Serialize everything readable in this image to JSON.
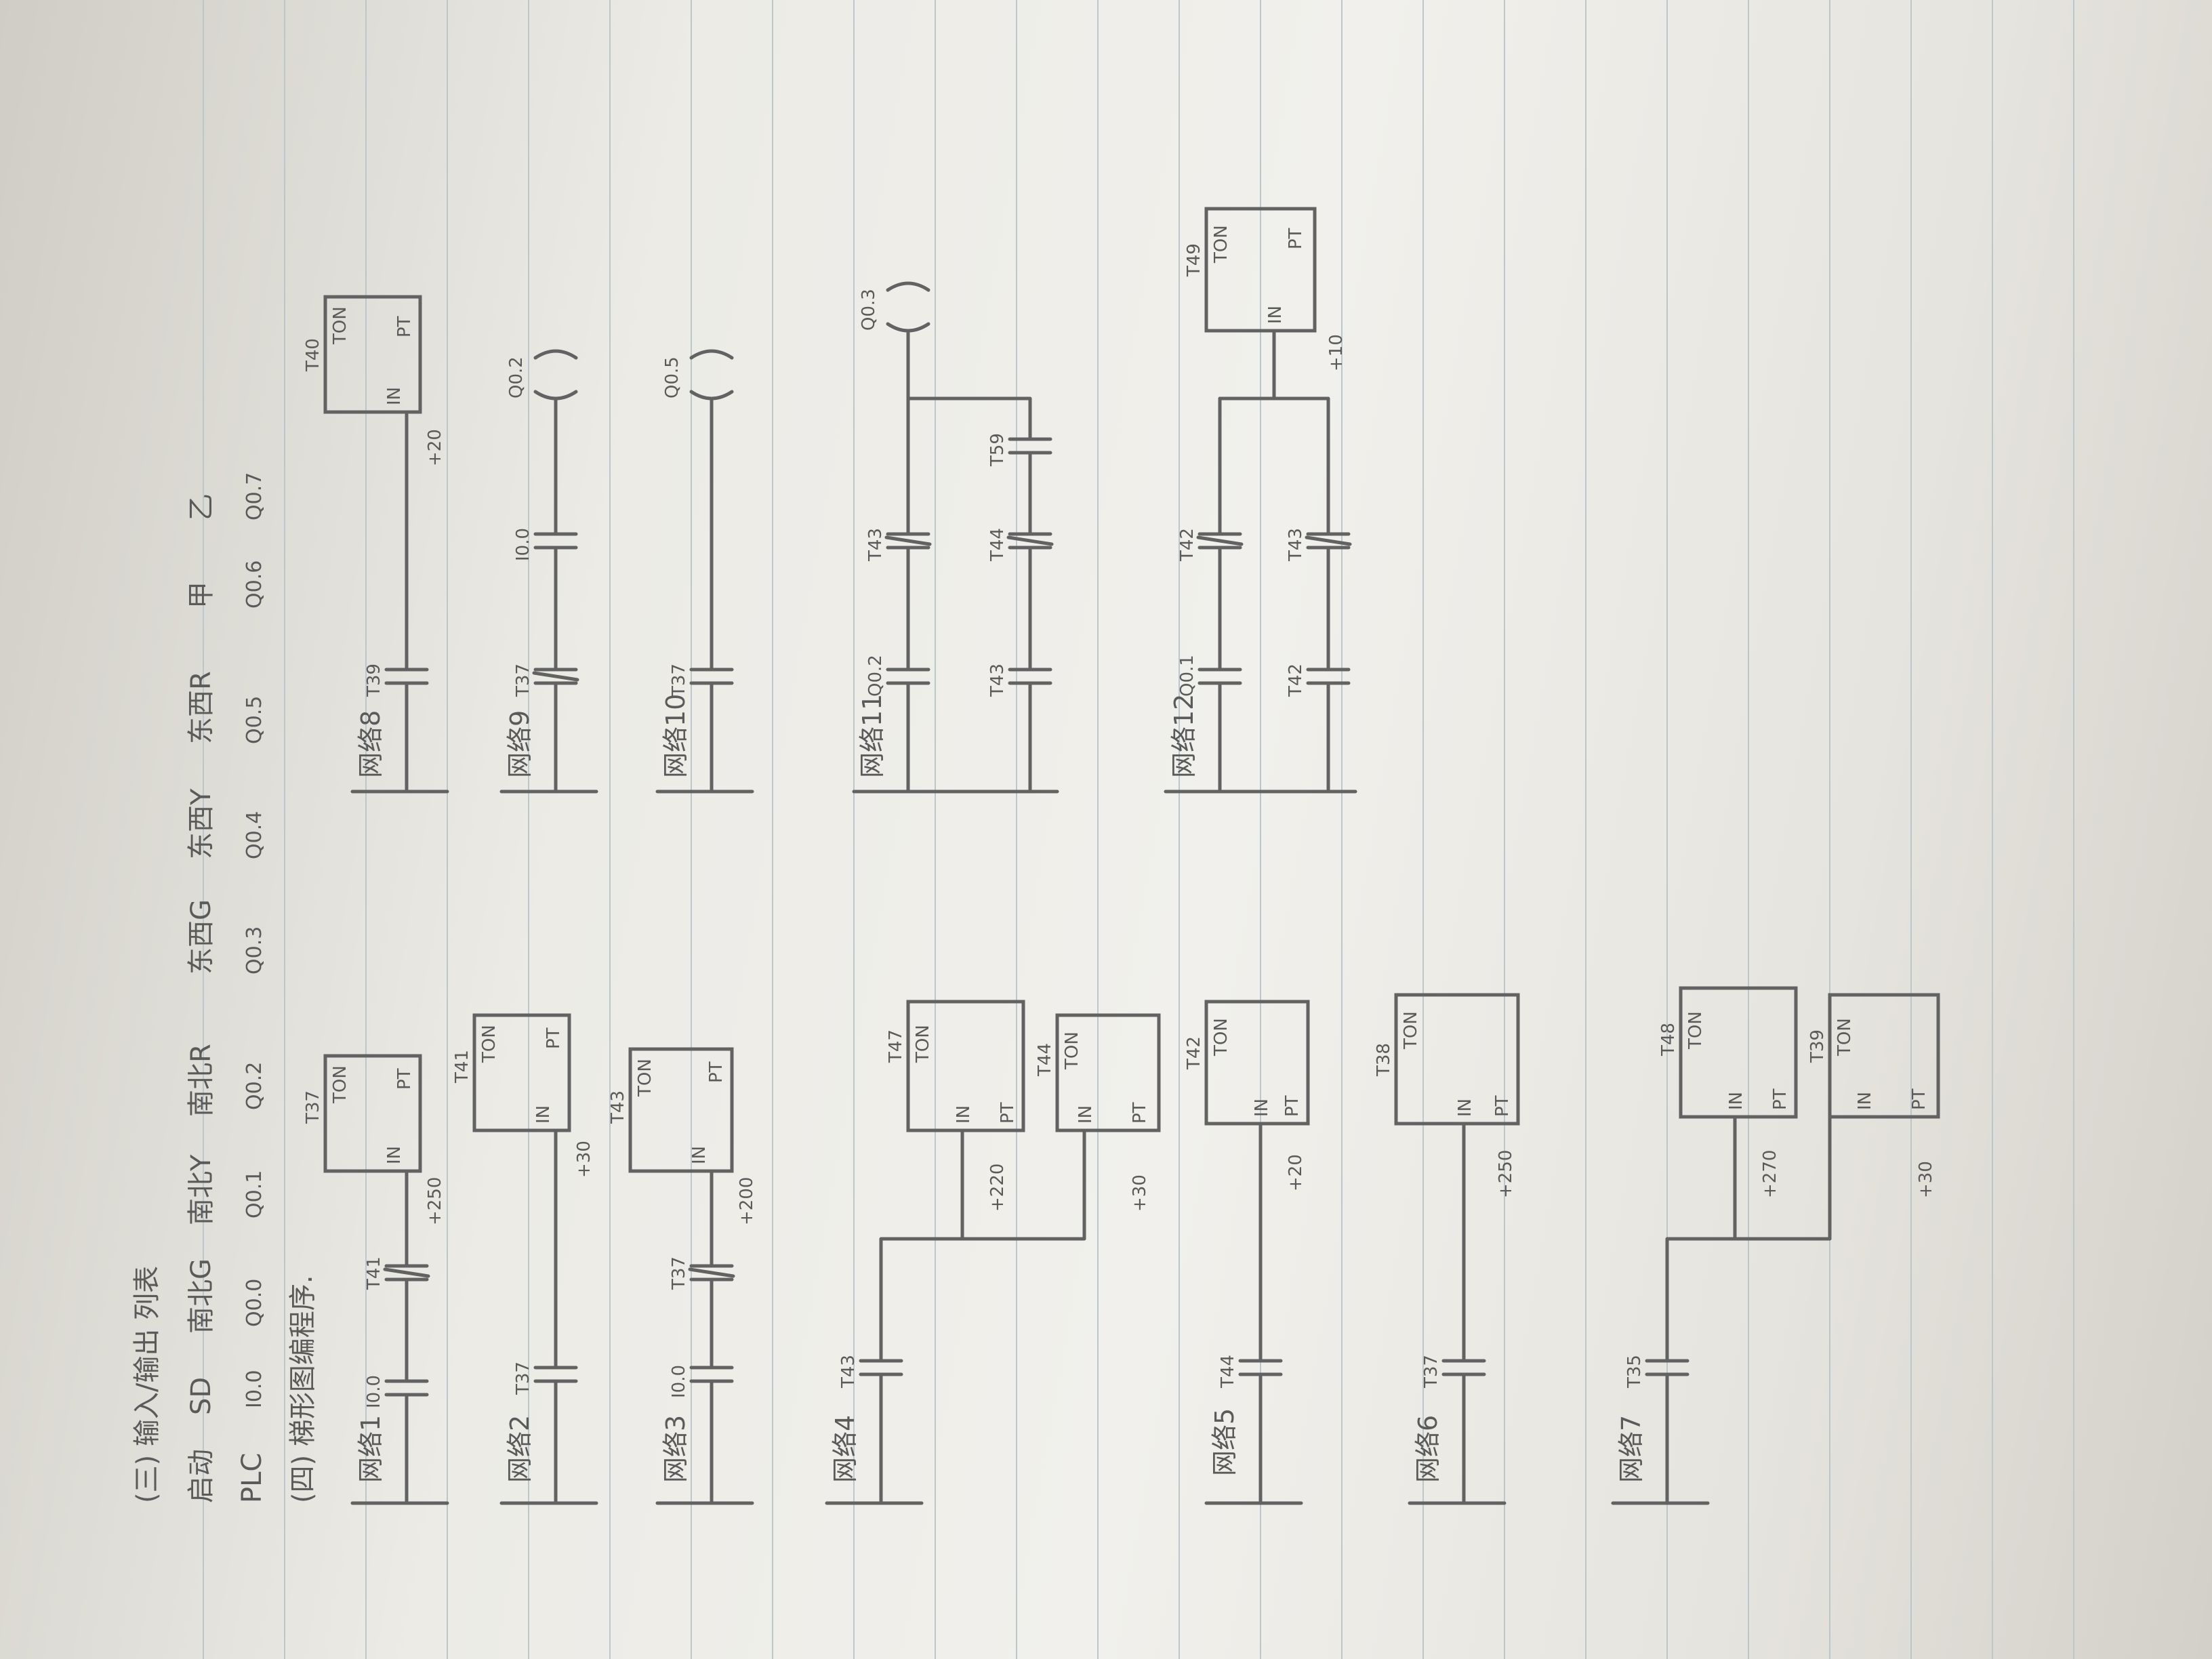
{
  "header": {
    "line1": "(三) 输入/输出 列表",
    "line2": [
      "启动",
      "SD",
      "南北G",
      "南北Y",
      "南北R",
      "东西G",
      "东西Y",
      "东西R",
      "甲",
      "乙"
    ],
    "line3": [
      "PLC",
      "I0.0",
      "Q0.0",
      "Q0.1",
      "Q0.2",
      "Q0.3",
      "Q0.4",
      "Q0.5",
      "Q0.6",
      "Q0.7"
    ],
    "line4": "(四) 梯形图编程序."
  },
  "networks": [
    {
      "label": "网络1",
      "contacts": [
        "I0.0",
        "T41"
      ],
      "timer": "T37",
      "pt": "+250"
    },
    {
      "label": "网络2",
      "contacts": [
        "T37"
      ],
      "timer": "T41",
      "pt": "+30"
    },
    {
      "label": "网络3",
      "contacts": [
        "I0.0",
        "T37"
      ],
      "timer": "T43",
      "pt": "+200"
    },
    {
      "label": "网络4",
      "contacts": [
        "T43"
      ],
      "timer": "T47",
      "pt": "+220",
      "timer2": "T44",
      "pt2": "+30"
    },
    {
      "label": "网络5",
      "contacts": [
        "T44"
      ],
      "timer": "T42",
      "pt": "+20"
    },
    {
      "label": "网络6",
      "contacts": [
        "T37"
      ],
      "timer": "T38",
      "pt": "+250"
    },
    {
      "label": "网络7",
      "contacts": [
        "T35"
      ],
      "timer": "T48",
      "pt": "+270",
      "timer2": "T39",
      "pt2": "+30"
    },
    {
      "label": "网络8",
      "contacts": [
        "T39"
      ],
      "timer": "T40",
      "pt": "+20"
    },
    {
      "label": "网络9",
      "contacts": [
        "T37",
        "I0.0"
      ],
      "coil": "Q0.2"
    },
    {
      "label": "网络10",
      "contacts": [
        "T37"
      ],
      "coil": "Q0.5"
    },
    {
      "label": "网络11",
      "contacts": [
        "Q0.2",
        "T43",
        "T43",
        "T44",
        "T59"
      ],
      "coil": "Q0.3"
    },
    {
      "label": "网络12",
      "contacts": [
        "Q0.1",
        "T42",
        "T42",
        "T43"
      ],
      "timer": "T49",
      "pt": "+10"
    }
  ],
  "box_text": {
    "in": "IN",
    "ton": "TON",
    "pt": "PT"
  }
}
